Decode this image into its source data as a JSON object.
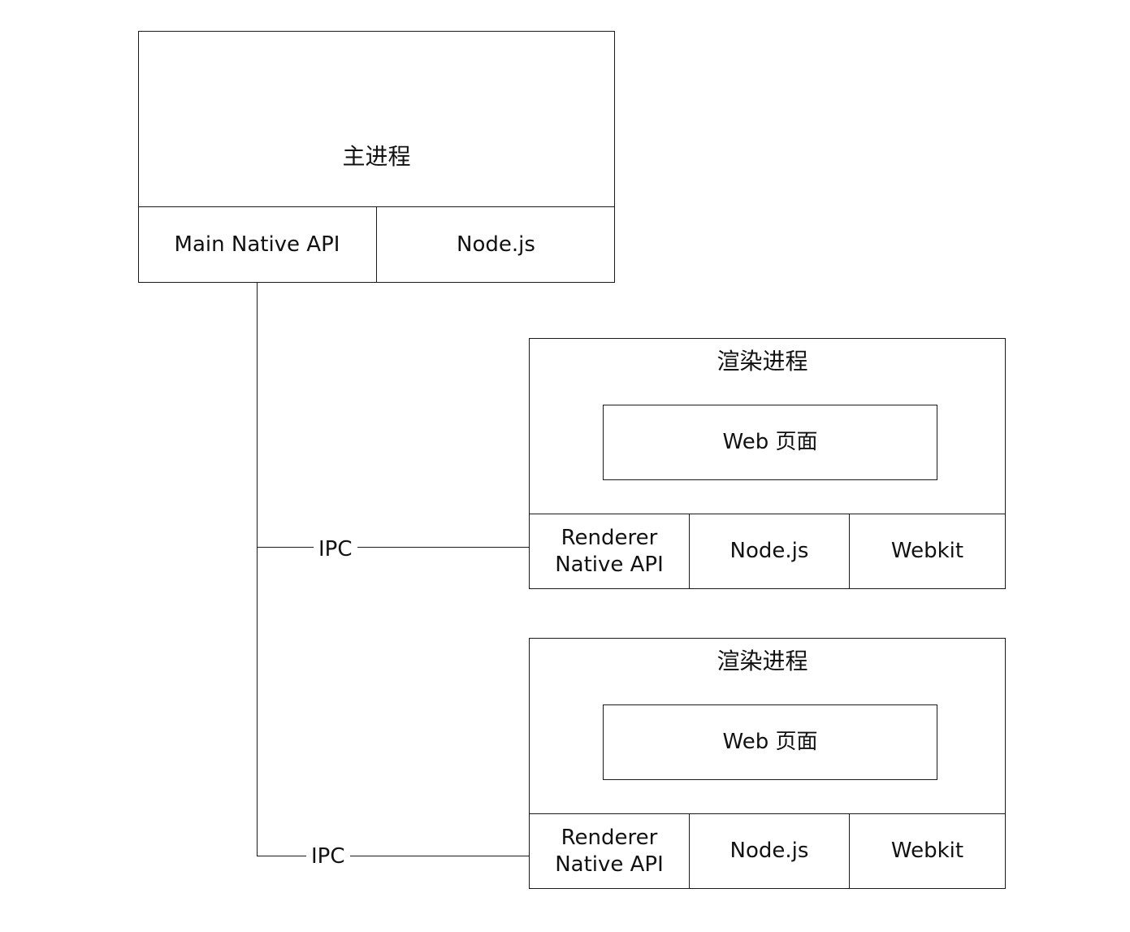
{
  "main_process": {
    "title": "主进程",
    "cells": [
      "Main Native API",
      "Node.js"
    ]
  },
  "renderer_processes": [
    {
      "title": "渲染进程",
      "web_page": "Web 页面",
      "native_api_line1": "Renderer",
      "native_api_line2": "Native API",
      "nodejs": "Node.js",
      "webkit": "Webkit"
    },
    {
      "title": "渲染进程",
      "web_page": "Web 页面",
      "native_api_line1": "Renderer",
      "native_api_line2": "Native API",
      "nodejs": "Node.js",
      "webkit": "Webkit"
    }
  ],
  "connections": [
    {
      "label": "IPC"
    },
    {
      "label": "IPC"
    }
  ]
}
